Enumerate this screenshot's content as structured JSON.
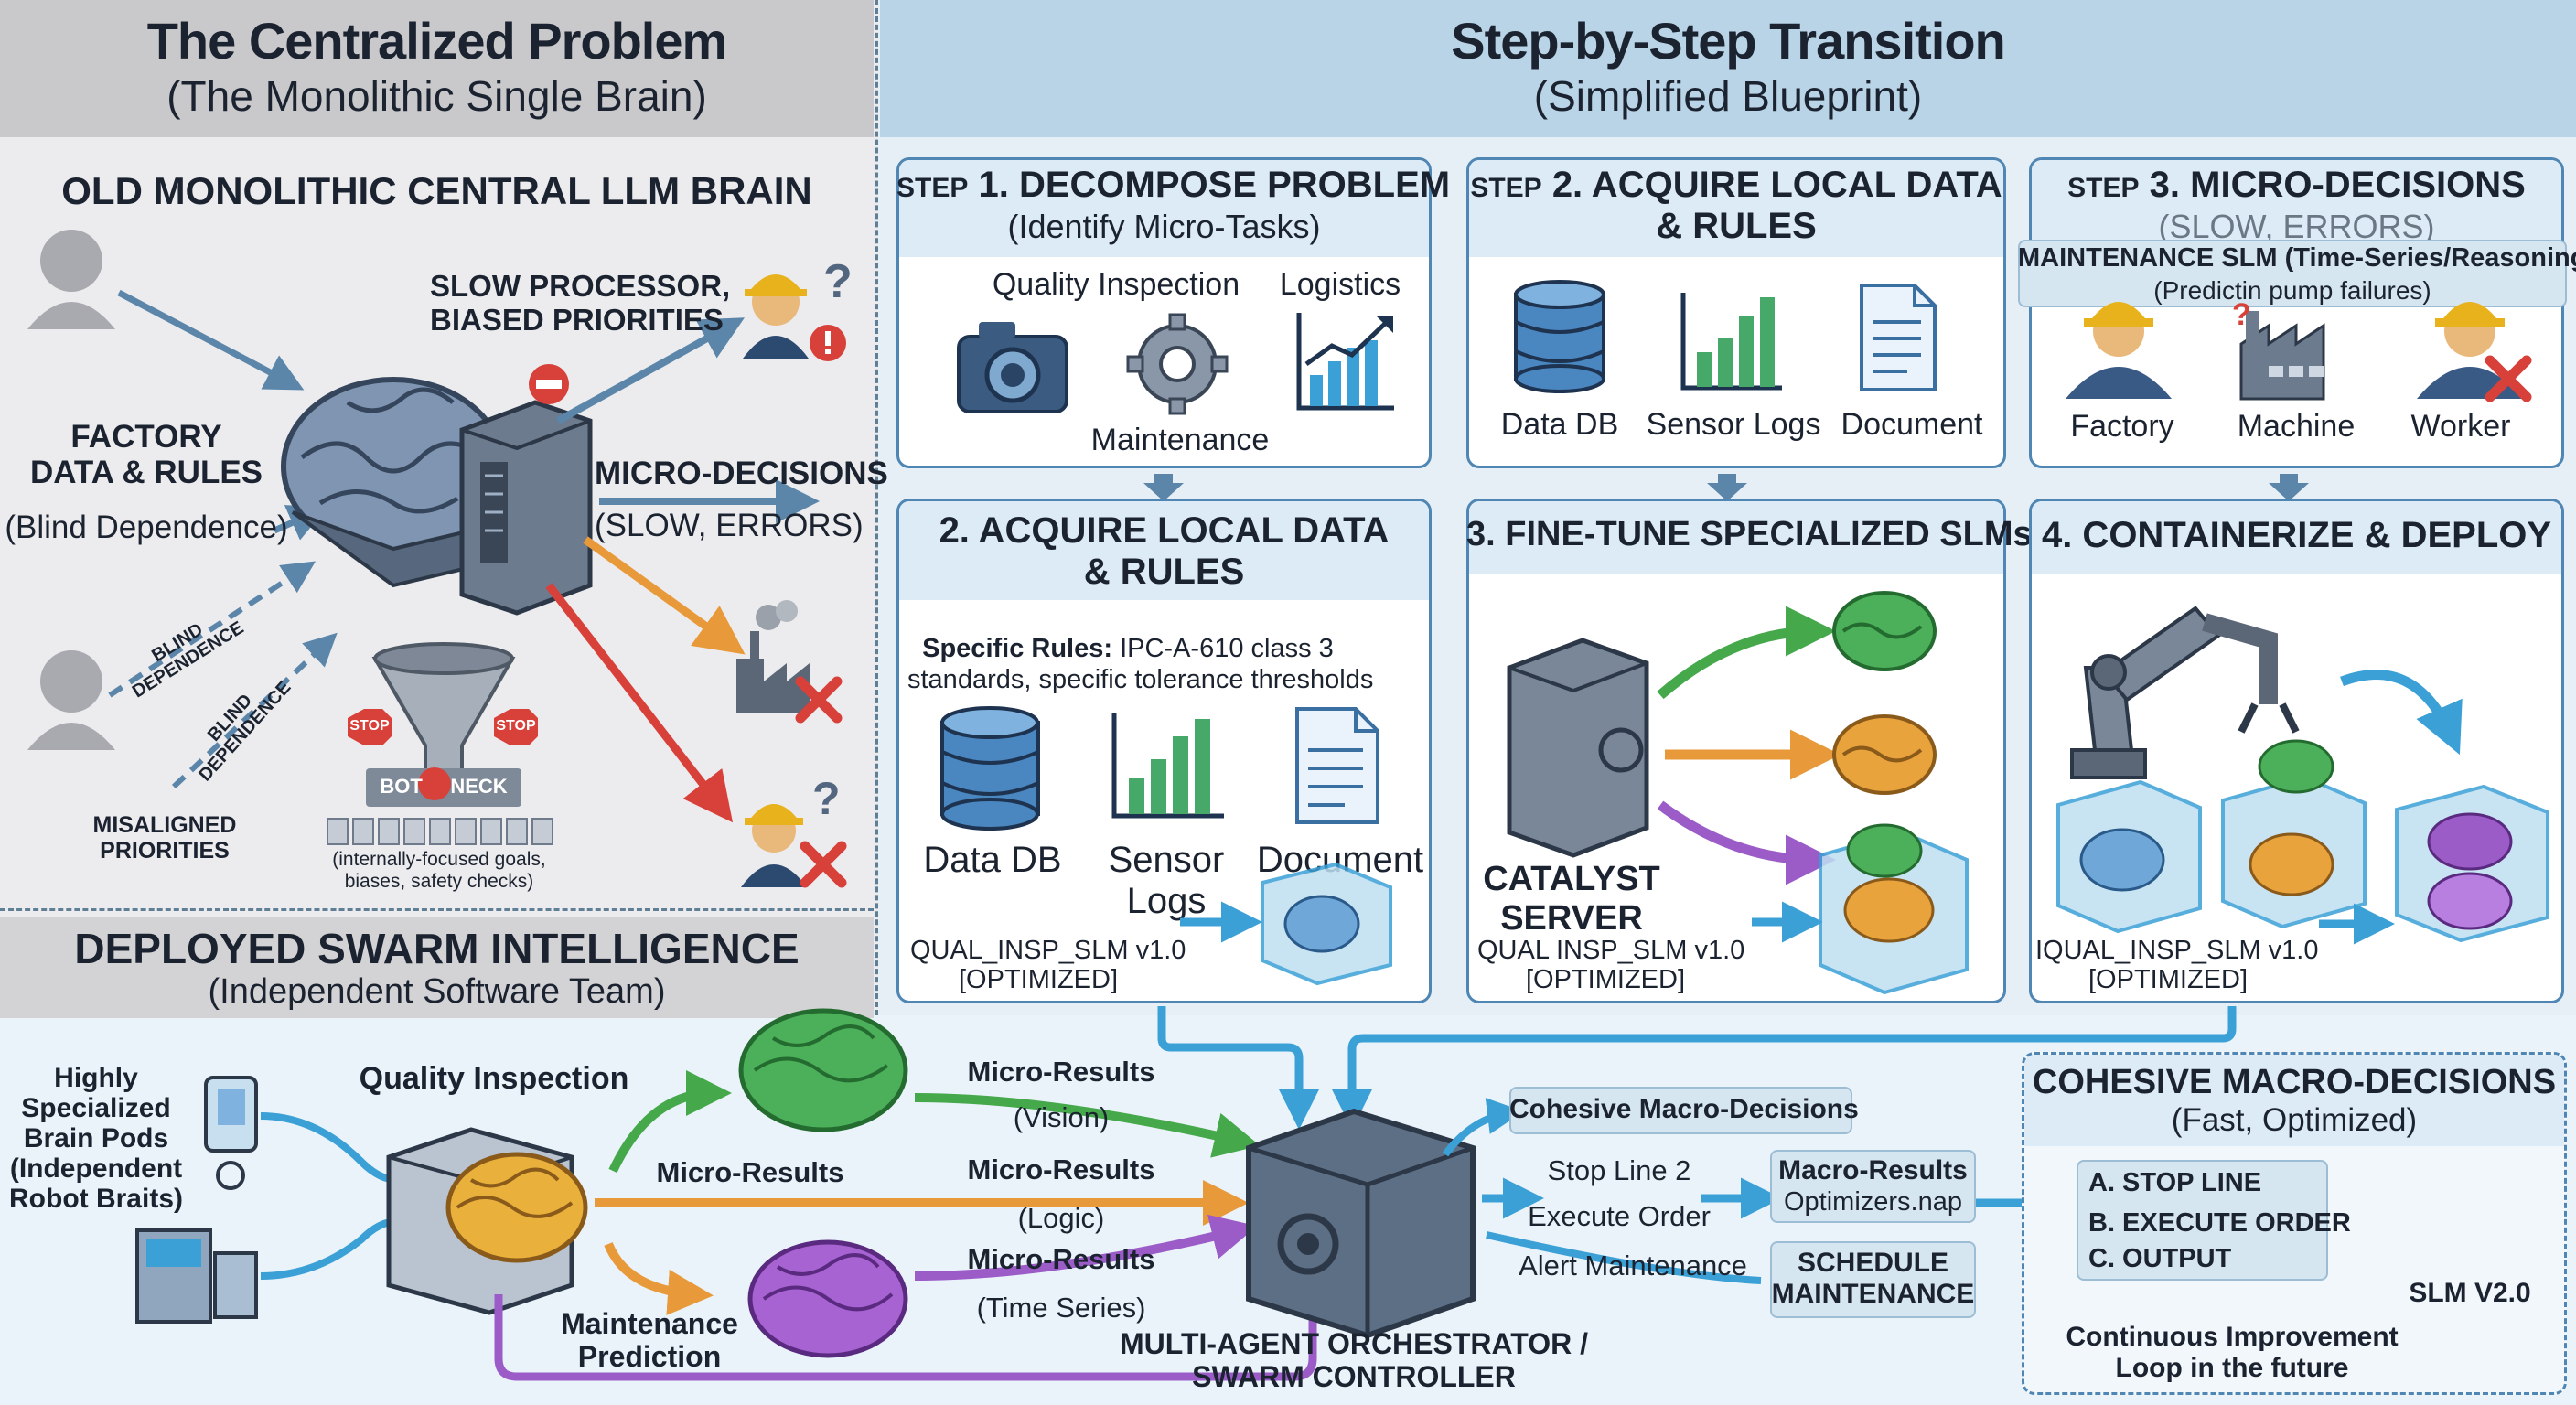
{
  "left_header": {
    "title": "The Centralized Problem",
    "subtitle": "(The Monolithic Single Brain)"
  },
  "right_header": {
    "title": "Step-by-Step Transition",
    "subtitle": "(Simplified Blueprint)"
  },
  "monolith": {
    "title": "OLD MONOLITHIC CENTRAL LLM BRAIN",
    "slow_processor": "SLOW PROCESSOR,\nBIASED PRIORITIES",
    "factory_data": "FACTORY\nDATA & RULES",
    "blind_dependence": "(Blind Dependence)",
    "micro_decisions": "MICRO-DECISIONS",
    "slow_errors": "(SLOW, ERRORS)",
    "blind_dep_1": "BLIND\nDEPENDENCE",
    "blind_dep_2": "BLIND\nDEPENDENCE",
    "misaligned": "MISALIGNED\nPRIORITIES",
    "stop": "STOP",
    "bottleneck": "BOT     NECK",
    "bottleneck_note": "(internally-focused goals,\nbiases, safety checks)"
  },
  "swarm": {
    "title": "DEPLOYED SWARM INTELLIGENCE",
    "subtitle": "(Independent Software Team)",
    "pods_label": "Highly\nSpecialized\nBrain Pods\n(Independent\nRobot Braits)",
    "quality_inspection": "Quality Inspection",
    "micro_results": "Micro-Results",
    "maintenance_prediction": "Maintenance\nPrediction",
    "vision_label": "Micro-Results",
    "vision_sub": "(Vision)",
    "logic_label": "Micro-Results",
    "logic_sub": "(Logic)",
    "timeseries_label": "Micro-Results",
    "timeseries_sub": "(Time Series)",
    "orchestrator": "MULTI-AGENT ORCHESTRATOR /\nSWARM CONTROLLER",
    "cohesive_tag": "Cohesive Macro-Decisions",
    "stop_line": "Stop Line 2",
    "execute_order": "Execute Order",
    "alert_maintenance": "Alert Maintenance",
    "macro_results": "Macro-Results",
    "optimizers": "Optimizers.nap",
    "schedule": "SCHEDULE\nMAINTENANCE",
    "macro_title": "COHESIVE MACRO-DECISIONS",
    "macro_sub": "(Fast, Optimized)",
    "list_a": "A. STOP LINE",
    "list_b": "B. EXECUTE ORDER",
    "list_c": "C. OUTPUT",
    "slm_v2": "SLM V2.0",
    "loop": "Continuous Improvement\nLoop in the future"
  },
  "step1": {
    "prefix": "STEP",
    "title": "1. DECOMPOSE PROBLEM",
    "subtitle": "(Identify Micro-Tasks)",
    "quality": "Quality Inspection",
    "logistics": "Logistics",
    "maintenance": "Maintenance"
  },
  "step2": {
    "prefix": "STEP",
    "title": "2. ACQUIRE LOCAL DATA\n& RULES",
    "data_db": "Data DB",
    "sensor_logs": "Sensor Logs",
    "document": "Document"
  },
  "step3": {
    "prefix": "STEP",
    "title": "3. MICRO-DECISIONS",
    "subtitle": "(SLOW, ERRORS)",
    "maintenance_slm": "MAINTENANCE SLM (Time-Series/Reasoning)",
    "predict": "(Predictin pump failures)",
    "factory": "Factory",
    "machine": "Machine",
    "worker": "Worker"
  },
  "row2_panel1": {
    "title": "2. ACQUIRE LOCAL DATA\n& RULES",
    "rules_bold": "Specific Rules:",
    "rules_text": " IPC-A-610 class 3\nstandards, specific tolerance thresholds",
    "data_db": "Data DB",
    "sensor_logs": "Sensor\nLogs",
    "document": "Document",
    "model": "QUAL_INSP_SLM v1.0\n[OPTIMIZED]"
  },
  "row2_panel2": {
    "title": "3. FINE-TUNE SPECIALIZED SLMs",
    "server": "CATALYST\nSERVER",
    "model": "QUAL INSP_SLM v1.0\n[OPTIMIZED]"
  },
  "row2_panel3": {
    "title": "4. CONTAINERIZE & DEPLOY",
    "model": "IQUAL_INSP_SLM v1.0\n[OPTIMIZED]"
  },
  "colors": {
    "left_bg": "#ececee",
    "header_left": "#c9c9cb",
    "header_right": "#b9d4e6",
    "panel_border": "#4f86b3",
    "arrow_blue": "#3aa0d6",
    "green": "#45a84a",
    "orange": "#e89a3a",
    "purple": "#9b5cc8",
    "red": "#d8403a"
  }
}
